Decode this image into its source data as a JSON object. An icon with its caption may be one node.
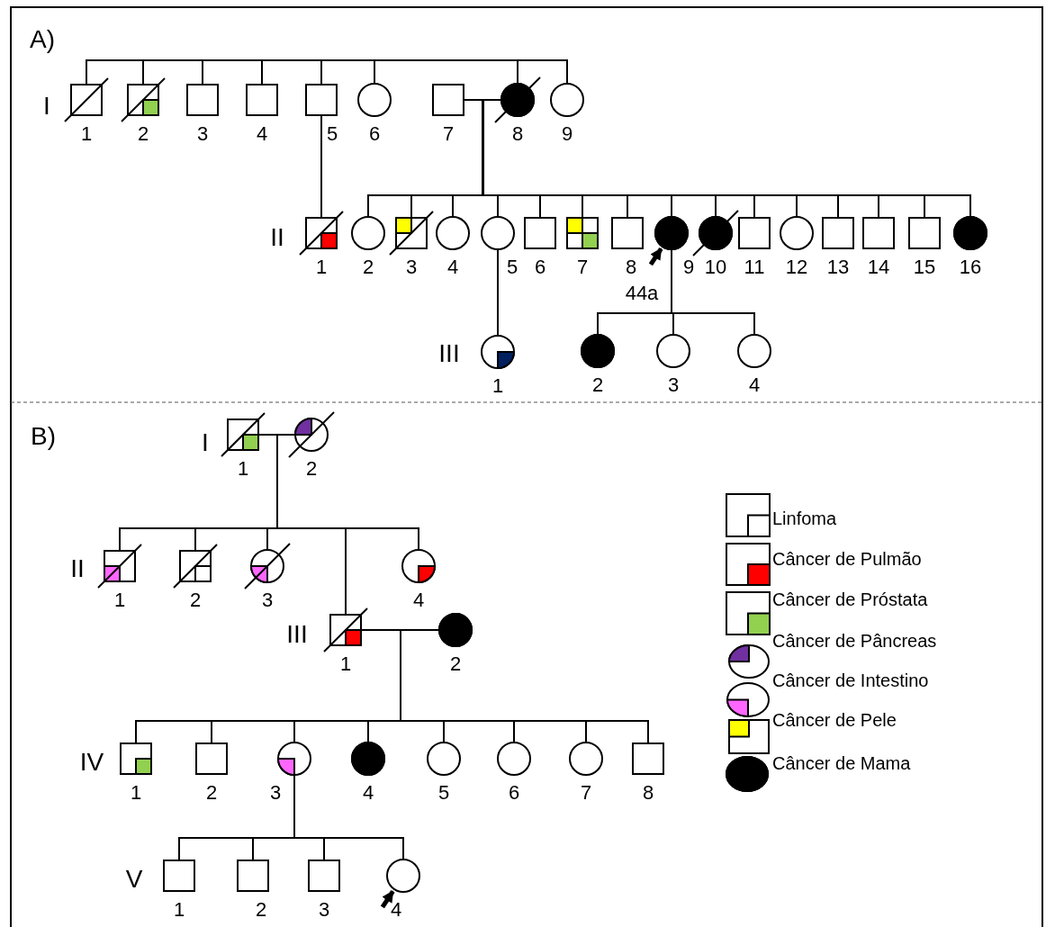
{
  "diagram": {
    "nodes": [
      {
        "text": [
          "1"
        ]
      },
      {
        "text": [
          "2"
        ]
      },
      {
        "text": [
          "3"
        ]
      },
      {
        "text": [
          "4"
        ]
      },
      {
        "text": [
          "5"
        ]
      },
      {
        "text": [
          "6"
        ]
      },
      {
        "text": [
          "7"
        ]
      },
      {
        "text": [
          "8"
        ]
      },
      {
        "text": [
          "9"
        ]
      },
      {
        "text": [
          "1"
        ]
      },
      {
        "text": [
          "2"
        ]
      },
      {
        "text": [
          "3"
        ]
      },
      {
        "text": [
          "4"
        ]
      },
      {
        "text": [
          "5"
        ]
      },
      {
        "text": [
          "6"
        ]
      },
      {
        "text": [
          "7"
        ]
      },
      {
        "text": [
          "8"
        ]
      },
      {
        "text": [
          "9"
        ],
        "beside": [
          "44a"
        ]
      },
      {
        "text": [
          "10"
        ]
      },
      {
        "text": [
          "11"
        ]
      },
      {
        "text": [
          "12"
        ]
      },
      {
        "text": [
          "13"
        ]
      },
      {
        "text": [
          "14"
        ]
      },
      {
        "text": [
          "15"
        ]
      },
      {
        "text": [
          "16"
        ]
      },
      {
        "text": [
          "1"
        ]
      },
      {
        "text": [
          "2"
        ]
      },
      {
        "text": [
          "3"
        ]
      },
      {
        "text": [
          "4"
        ]
      },
      {
        "text": [
          "1"
        ]
      },
      {
        "text": [
          "2"
        ]
      },
      {
        "text": [
          "1"
        ]
      },
      {
        "text": [
          "2"
        ]
      },
      {
        "text": [
          "3"
        ]
      },
      {
        "text": [
          "4"
        ]
      },
      {
        "text": [
          "1"
        ]
      },
      {
        "text": [
          "2"
        ]
      },
      {
        "text": [
          "1"
        ]
      },
      {
        "text": [
          "2"
        ]
      },
      {
        "text": [
          "3"
        ]
      },
      {
        "text": [
          "4"
        ]
      },
      {
        "text": [
          "5"
        ]
      },
      {
        "text": [
          "6"
        ]
      },
      {
        "text": [
          "7"
        ]
      },
      {
        "text": [
          "8"
        ]
      },
      {
        "text": [
          "1"
        ]
      },
      {
        "text": [
          "2"
        ]
      },
      {
        "text": [
          "3"
        ]
      },
      {
        "text": [
          "4"
        ]
      }
    ],
    "edges": [
      {
        "from": 0,
        "to": 1,
        "arrow": "none"
      },
      {
        "from": 1,
        "to": 2,
        "arrow": "none"
      },
      {
        "from": 2,
        "to": 3,
        "arrow": "none"
      },
      {
        "from": 3,
        "to": 4,
        "arrow": "none"
      },
      {
        "from": 4,
        "to": 5,
        "arrow": "none"
      },
      {
        "from": 5,
        "to": 7,
        "arrow": "none"
      },
      {
        "from": 7,
        "to": 8,
        "arrow": "none"
      },
      {
        "from": 6,
        "to": 7,
        "arrow": "none"
      },
      {
        "from": 4,
        "to": 9,
        "arrow": "none"
      },
      {
        "from": 6,
        "to": 10,
        "arrow": "none"
      },
      {
        "from": 7,
        "to": 10,
        "arrow": "none"
      },
      {
        "from": 6,
        "to": 11,
        "arrow": "none"
      },
      {
        "from": 7,
        "to": 11,
        "arrow": "none"
      },
      {
        "from": 6,
        "to": 12,
        "arrow": "none"
      },
      {
        "from": 7,
        "to": 12,
        "arrow": "none"
      },
      {
        "from": 6,
        "to": 13,
        "arrow": "none"
      },
      {
        "from": 7,
        "to": 13,
        "arrow": "none"
      },
      {
        "from": 6,
        "to": 14,
        "arrow": "none"
      },
      {
        "from": 7,
        "to": 14,
        "arrow": "none"
      },
      {
        "from": 6,
        "to": 15,
        "arrow": "none"
      },
      {
        "from": 7,
        "to": 15,
        "arrow": "none"
      },
      {
        "from": 6,
        "to": 16,
        "arrow": "none"
      },
      {
        "from": 7,
        "to": 16,
        "arrow": "none"
      },
      {
        "from": 6,
        "to": 17,
        "arrow": "none"
      },
      {
        "from": 7,
        "to": 17,
        "arrow": "none"
      },
      {
        "from": 6,
        "to": 18,
        "arrow": "none"
      },
      {
        "from": 7,
        "to": 18,
        "arrow": "none"
      },
      {
        "from": 6,
        "to": 19,
        "arrow": "none"
      },
      {
        "from": 7,
        "to": 19,
        "arrow": "none"
      },
      {
        "from": 6,
        "to": 20,
        "arrow": "none"
      },
      {
        "from": 7,
        "to": 20,
        "arrow": "none"
      },
      {
        "from": 6,
        "to": 21,
        "arrow": "none"
      },
      {
        "from": 7,
        "to": 21,
        "arrow": "none"
      },
      {
        "from": 6,
        "to": 22,
        "arrow": "none"
      },
      {
        "from": 7,
        "to": 22,
        "arrow": "none"
      },
      {
        "from": 6,
        "to": 23,
        "arrow": "none"
      },
      {
        "from": 7,
        "to": 23,
        "arrow": "none"
      },
      {
        "from": 6,
        "to": 24,
        "arrow": "none"
      },
      {
        "from": 7,
        "to": 24,
        "arrow": "none"
      },
      {
        "from": 13,
        "to": 25,
        "arrow": "none"
      },
      {
        "from": 17,
        "to": 26,
        "arrow": "none"
      },
      {
        "from": 17,
        "to": 27,
        "arrow": "none"
      },
      {
        "from": 17,
        "to": 28,
        "arrow": "none"
      },
      {
        "from": null,
        "to": 17,
        "arrow": "to",
        "style": "thick"
      },
      {
        "from": 29,
        "to": 30,
        "arrow": "none"
      },
      {
        "from": 29,
        "to": 31,
        "arrow": "none"
      },
      {
        "from": 30,
        "to": 31,
        "arrow": "none"
      },
      {
        "from": 29,
        "to": 32,
        "arrow": "none"
      },
      {
        "from": 30,
        "to": 32,
        "arrow": "none"
      },
      {
        "from": 29,
        "to": 33,
        "arrow": "none"
      },
      {
        "from": 30,
        "to": 33,
        "arrow": "none"
      },
      {
        "from": 29,
        "to": 35,
        "arrow": "none"
      },
      {
        "from": 30,
        "to": 35,
        "arrow": "none"
      },
      {
        "from": 29,
        "to": 34,
        "arrow": "none"
      },
      {
        "from": 30,
        "to": 34,
        "arrow": "none"
      },
      {
        "from": 35,
        "to": 36,
        "arrow": "none"
      },
      {
        "from": 35,
        "to": 37,
        "arrow": "none"
      },
      {
        "from": 36,
        "to": 37,
        "arrow": "none"
      },
      {
        "from": 35,
        "to": 38,
        "arrow": "none"
      },
      {
        "from": 36,
        "to": 38,
        "arrow": "none"
      },
      {
        "from": 35,
        "to": 39,
        "arrow": "none"
      },
      {
        "from": 36,
        "to": 39,
        "arrow": "none"
      },
      {
        "from": 35,
        "to": 40,
        "arrow": "none"
      },
      {
        "from": 36,
        "to": 40,
        "arrow": "none"
      },
      {
        "from": 35,
        "to": 41,
        "arrow": "none"
      },
      {
        "from": 36,
        "to": 41,
        "arrow": "none"
      },
      {
        "from": 35,
        "to": 42,
        "arrow": "none"
      },
      {
        "from": 36,
        "to": 42,
        "arrow": "none"
      },
      {
        "from": 35,
        "to": 43,
        "arrow": "none"
      },
      {
        "from": 36,
        "to": 43,
        "arrow": "none"
      },
      {
        "from": 35,
        "to": 44,
        "arrow": "none"
      },
      {
        "from": 36,
        "to": 44,
        "arrow": "none"
      },
      {
        "from": 39,
        "to": 45,
        "arrow": "none"
      },
      {
        "from": 39,
        "to": 46,
        "arrow": "none"
      },
      {
        "from": 39,
        "to": 47,
        "arrow": "none"
      },
      {
        "from": 39,
        "to": 48,
        "arrow": "none"
      },
      {
        "from": null,
        "to": 48,
        "arrow": "to",
        "style": "thick"
      }
    ],
    "labels": [
      "A)",
      "I",
      "II",
      "III",
      "B)",
      "I",
      "II",
      "III",
      "IV",
      "V"
    ],
    "legend": [
      {
        "text": "Linfoma",
        "color": "#ffffff"
      },
      {
        "text": "Câncer de Pulmão",
        "color": "#ff0000"
      },
      {
        "text": "Câncer de Próstata",
        "color": "#92d050"
      },
      {
        "text": "Câncer de Pâncreas",
        "color": "#7030a0"
      },
      {
        "text": "Câncer de Intestino",
        "color": "#ff66ff"
      },
      {
        "text": "Câncer de Pele",
        "color": "#ffff00"
      },
      {
        "text": "Câncer de Mama",
        "color": "#000000"
      }
    ]
  }
}
